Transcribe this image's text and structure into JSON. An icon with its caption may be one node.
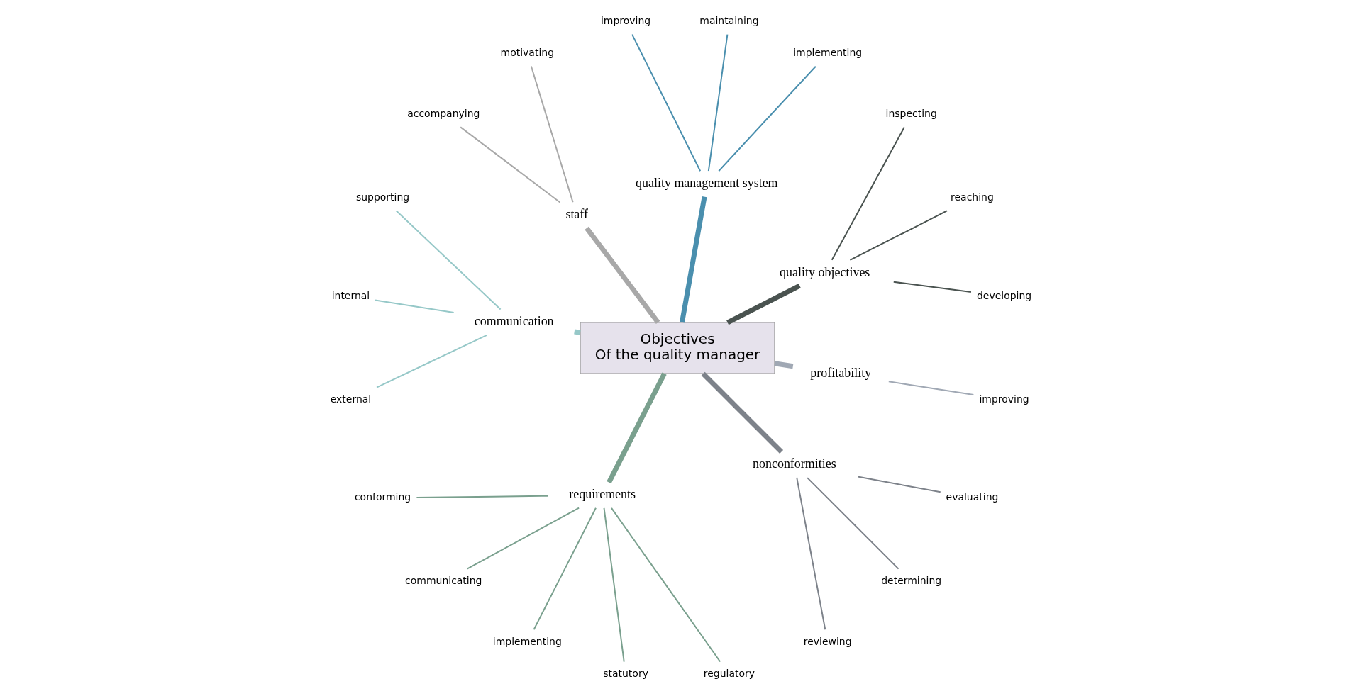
{
  "diagram": {
    "nodes": [
      {
        "text": [
          "Objectives",
          "Of the quality manager"
        ]
      },
      {
        "text": [
          "quality objectives"
        ]
      },
      {
        "text": [
          "developing"
        ]
      },
      {
        "text": [
          "reaching"
        ]
      },
      {
        "text": [
          "inspecting"
        ]
      },
      {
        "text": [
          "quality management system"
        ]
      },
      {
        "text": [
          "implementing"
        ]
      },
      {
        "text": [
          "maintaining"
        ]
      },
      {
        "text": [
          "improving"
        ]
      },
      {
        "text": [
          "staff"
        ]
      },
      {
        "text": [
          "motivating"
        ]
      },
      {
        "text": [
          "accompanying"
        ]
      },
      {
        "text": [
          "communication"
        ]
      },
      {
        "text": [
          "supporting"
        ]
      },
      {
        "text": [
          "internal"
        ]
      },
      {
        "text": [
          "external"
        ]
      },
      {
        "text": [
          "requirements"
        ]
      },
      {
        "text": [
          "conforming"
        ]
      },
      {
        "text": [
          "communicating"
        ]
      },
      {
        "text": [
          "implementing"
        ]
      },
      {
        "text": [
          "statutory"
        ]
      },
      {
        "text": [
          "regulatory"
        ]
      },
      {
        "text": [
          "nonconformities"
        ]
      },
      {
        "text": [
          "reviewing"
        ]
      },
      {
        "text": [
          "determining"
        ]
      },
      {
        "text": [
          "evaluating"
        ]
      },
      {
        "text": [
          "profitability"
        ]
      },
      {
        "text": [
          "improving"
        ]
      }
    ],
    "edges": [
      {
        "from": 0,
        "to": 1,
        "arrow": "none",
        "style": "thick",
        "color": "#4a5350"
      },
      {
        "from": 1,
        "to": 2,
        "arrow": "none",
        "color": "#4a5350"
      },
      {
        "from": 1,
        "to": 3,
        "arrow": "none",
        "color": "#4a5350"
      },
      {
        "from": 1,
        "to": 4,
        "arrow": "none",
        "color": "#4a5350"
      },
      {
        "from": 0,
        "to": 5,
        "arrow": "none",
        "style": "thick",
        "color": "#4a8fae"
      },
      {
        "from": 5,
        "to": 6,
        "arrow": "none",
        "color": "#4a8fae"
      },
      {
        "from": 5,
        "to": 7,
        "arrow": "none",
        "color": "#4a8fae"
      },
      {
        "from": 5,
        "to": 8,
        "arrow": "none",
        "color": "#4a8fae"
      },
      {
        "from": 0,
        "to": 9,
        "arrow": "none",
        "style": "thick",
        "color": "#a8a8a8"
      },
      {
        "from": 9,
        "to": 10,
        "arrow": "none",
        "color": "#a8a8a8"
      },
      {
        "from": 9,
        "to": 11,
        "arrow": "none",
        "color": "#a8a8a8"
      },
      {
        "from": 0,
        "to": 12,
        "arrow": "none",
        "style": "thick",
        "color": "#96c8c8"
      },
      {
        "from": 12,
        "to": 13,
        "arrow": "none",
        "color": "#96c8c8"
      },
      {
        "from": 12,
        "to": 14,
        "arrow": "none",
        "color": "#96c8c8"
      },
      {
        "from": 12,
        "to": 15,
        "arrow": "none",
        "color": "#96c8c8"
      },
      {
        "from": 0,
        "to": 16,
        "arrow": "none",
        "style": "thick",
        "color": "#7aa08e"
      },
      {
        "from": 16,
        "to": 17,
        "arrow": "none",
        "color": "#7aa08e"
      },
      {
        "from": 16,
        "to": 18,
        "arrow": "none",
        "color": "#7aa08e"
      },
      {
        "from": 16,
        "to": 19,
        "arrow": "none",
        "color": "#7aa08e"
      },
      {
        "from": 16,
        "to": 20,
        "arrow": "none",
        "color": "#7aa08e"
      },
      {
        "from": 16,
        "to": 21,
        "arrow": "none",
        "color": "#7aa08e"
      },
      {
        "from": 0,
        "to": 22,
        "arrow": "none",
        "style": "thick",
        "color": "#7d828a"
      },
      {
        "from": 22,
        "to": 23,
        "arrow": "none",
        "color": "#7d828a"
      },
      {
        "from": 22,
        "to": 24,
        "arrow": "none",
        "color": "#7d828a"
      },
      {
        "from": 22,
        "to": 25,
        "arrow": "none",
        "color": "#7d828a"
      },
      {
        "from": 0,
        "to": 26,
        "arrow": "none",
        "style": "thick",
        "color": "#a0a8b4"
      },
      {
        "from": 26,
        "to": 27,
        "arrow": "none",
        "color": "#a0a8b4"
      }
    ]
  }
}
